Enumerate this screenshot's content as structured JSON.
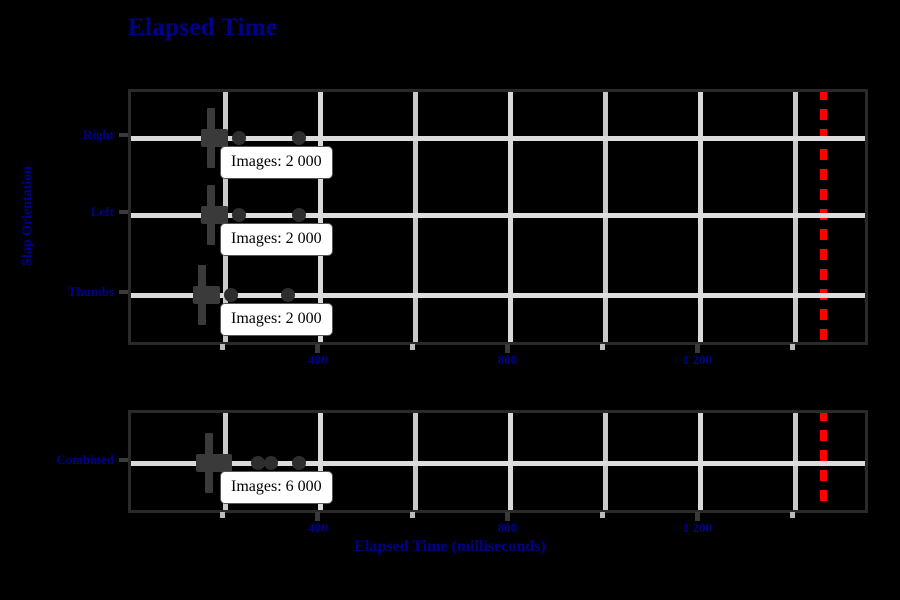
{
  "chart_data": {
    "type": "box",
    "title": "Elapsed Time",
    "xlabel": "Elapsed Time (milliseconds)",
    "ylabel": "Slap Orientation",
    "xlim": [
      0,
      1560
    ],
    "xticks": [
      400,
      800,
      1200
    ],
    "xtick_labels": [
      "400",
      "800",
      "1 200"
    ],
    "grid": true,
    "minor_gridlines": [
      200,
      600,
      1000,
      1400
    ],
    "legend": "none",
    "threshold": {
      "value": 1460,
      "color": "#ff0000",
      "style": "dashed"
    },
    "panels": [
      {
        "name": "per-orientation",
        "categories": [
          "Right",
          "Left",
          "Thumbs"
        ],
        "boxes": [
          {
            "category": "Right",
            "whisker_low": 5,
            "q1": 148,
            "median": 168,
            "q3": 205,
            "whisker_high": 245,
            "outliers": [
              228,
              355
            ],
            "annotation": "Images: 2 000"
          },
          {
            "category": "Left",
            "whisker_low": 5,
            "q1": 148,
            "median": 168,
            "q3": 205,
            "whisker_high": 245,
            "outliers": [
              228,
              355
            ],
            "annotation": "Images: 2 000"
          },
          {
            "category": "Thumbs",
            "whisker_low": 5,
            "q1": 130,
            "median": 150,
            "q3": 188,
            "whisker_high": 228,
            "outliers": [
              210,
              330
            ],
            "annotation": "Images: 2 000"
          }
        ]
      },
      {
        "name": "combined",
        "categories": [
          "Combined"
        ],
        "boxes": [
          {
            "category": "Combined",
            "whisker_low": 5,
            "q1": 138,
            "median": 165,
            "q3": 212,
            "whisker_high": 255,
            "outliers": [
              268,
              295,
              355
            ],
            "annotation": "Images: 6 000"
          }
        ]
      }
    ],
    "colors": {
      "title": "#00008f",
      "axis_text": "#00008f",
      "grid": "#d9d9d9",
      "box": "#3a3a3a",
      "threshold": "#ff0000",
      "panel_border": "#2a2a2a",
      "background": "#000000"
    }
  }
}
